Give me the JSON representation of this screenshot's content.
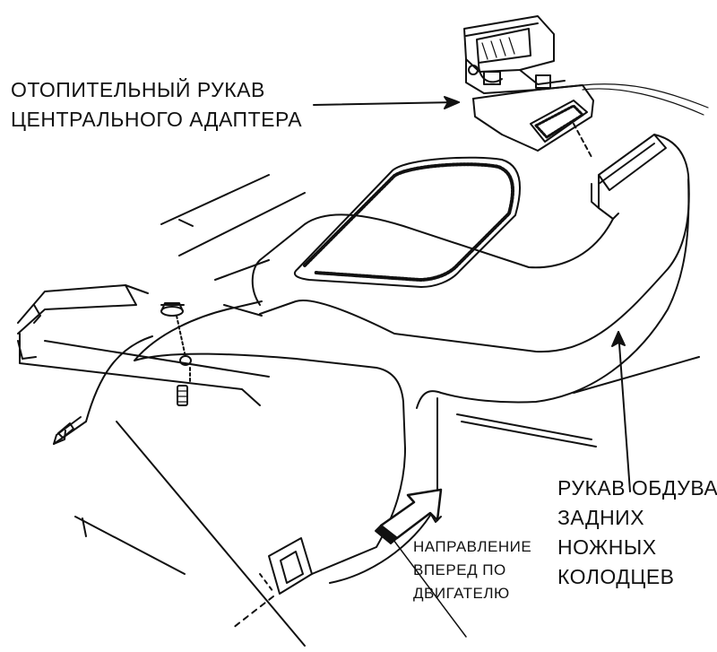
{
  "labels": {
    "central_adapter_duct": [
      "ОТОПИТЕЛЬНЫЙ РУКАВ",
      "ЦЕНТРАЛЬНОГО АДАПТЕРА"
    ],
    "rear_footwell_duct": [
      "РУКАВ ОБДУВА",
      "ЗАДНИХ",
      "НОЖНЫХ",
      "КОЛОДЦЕВ"
    ],
    "forward_direction": [
      "НАПРАВЛЕНИЕ",
      "ВПЕРЕД ПО",
      "ДВИГАТЕЛЮ"
    ]
  },
  "colors": {
    "ink": "#111111",
    "background": "#ffffff"
  }
}
